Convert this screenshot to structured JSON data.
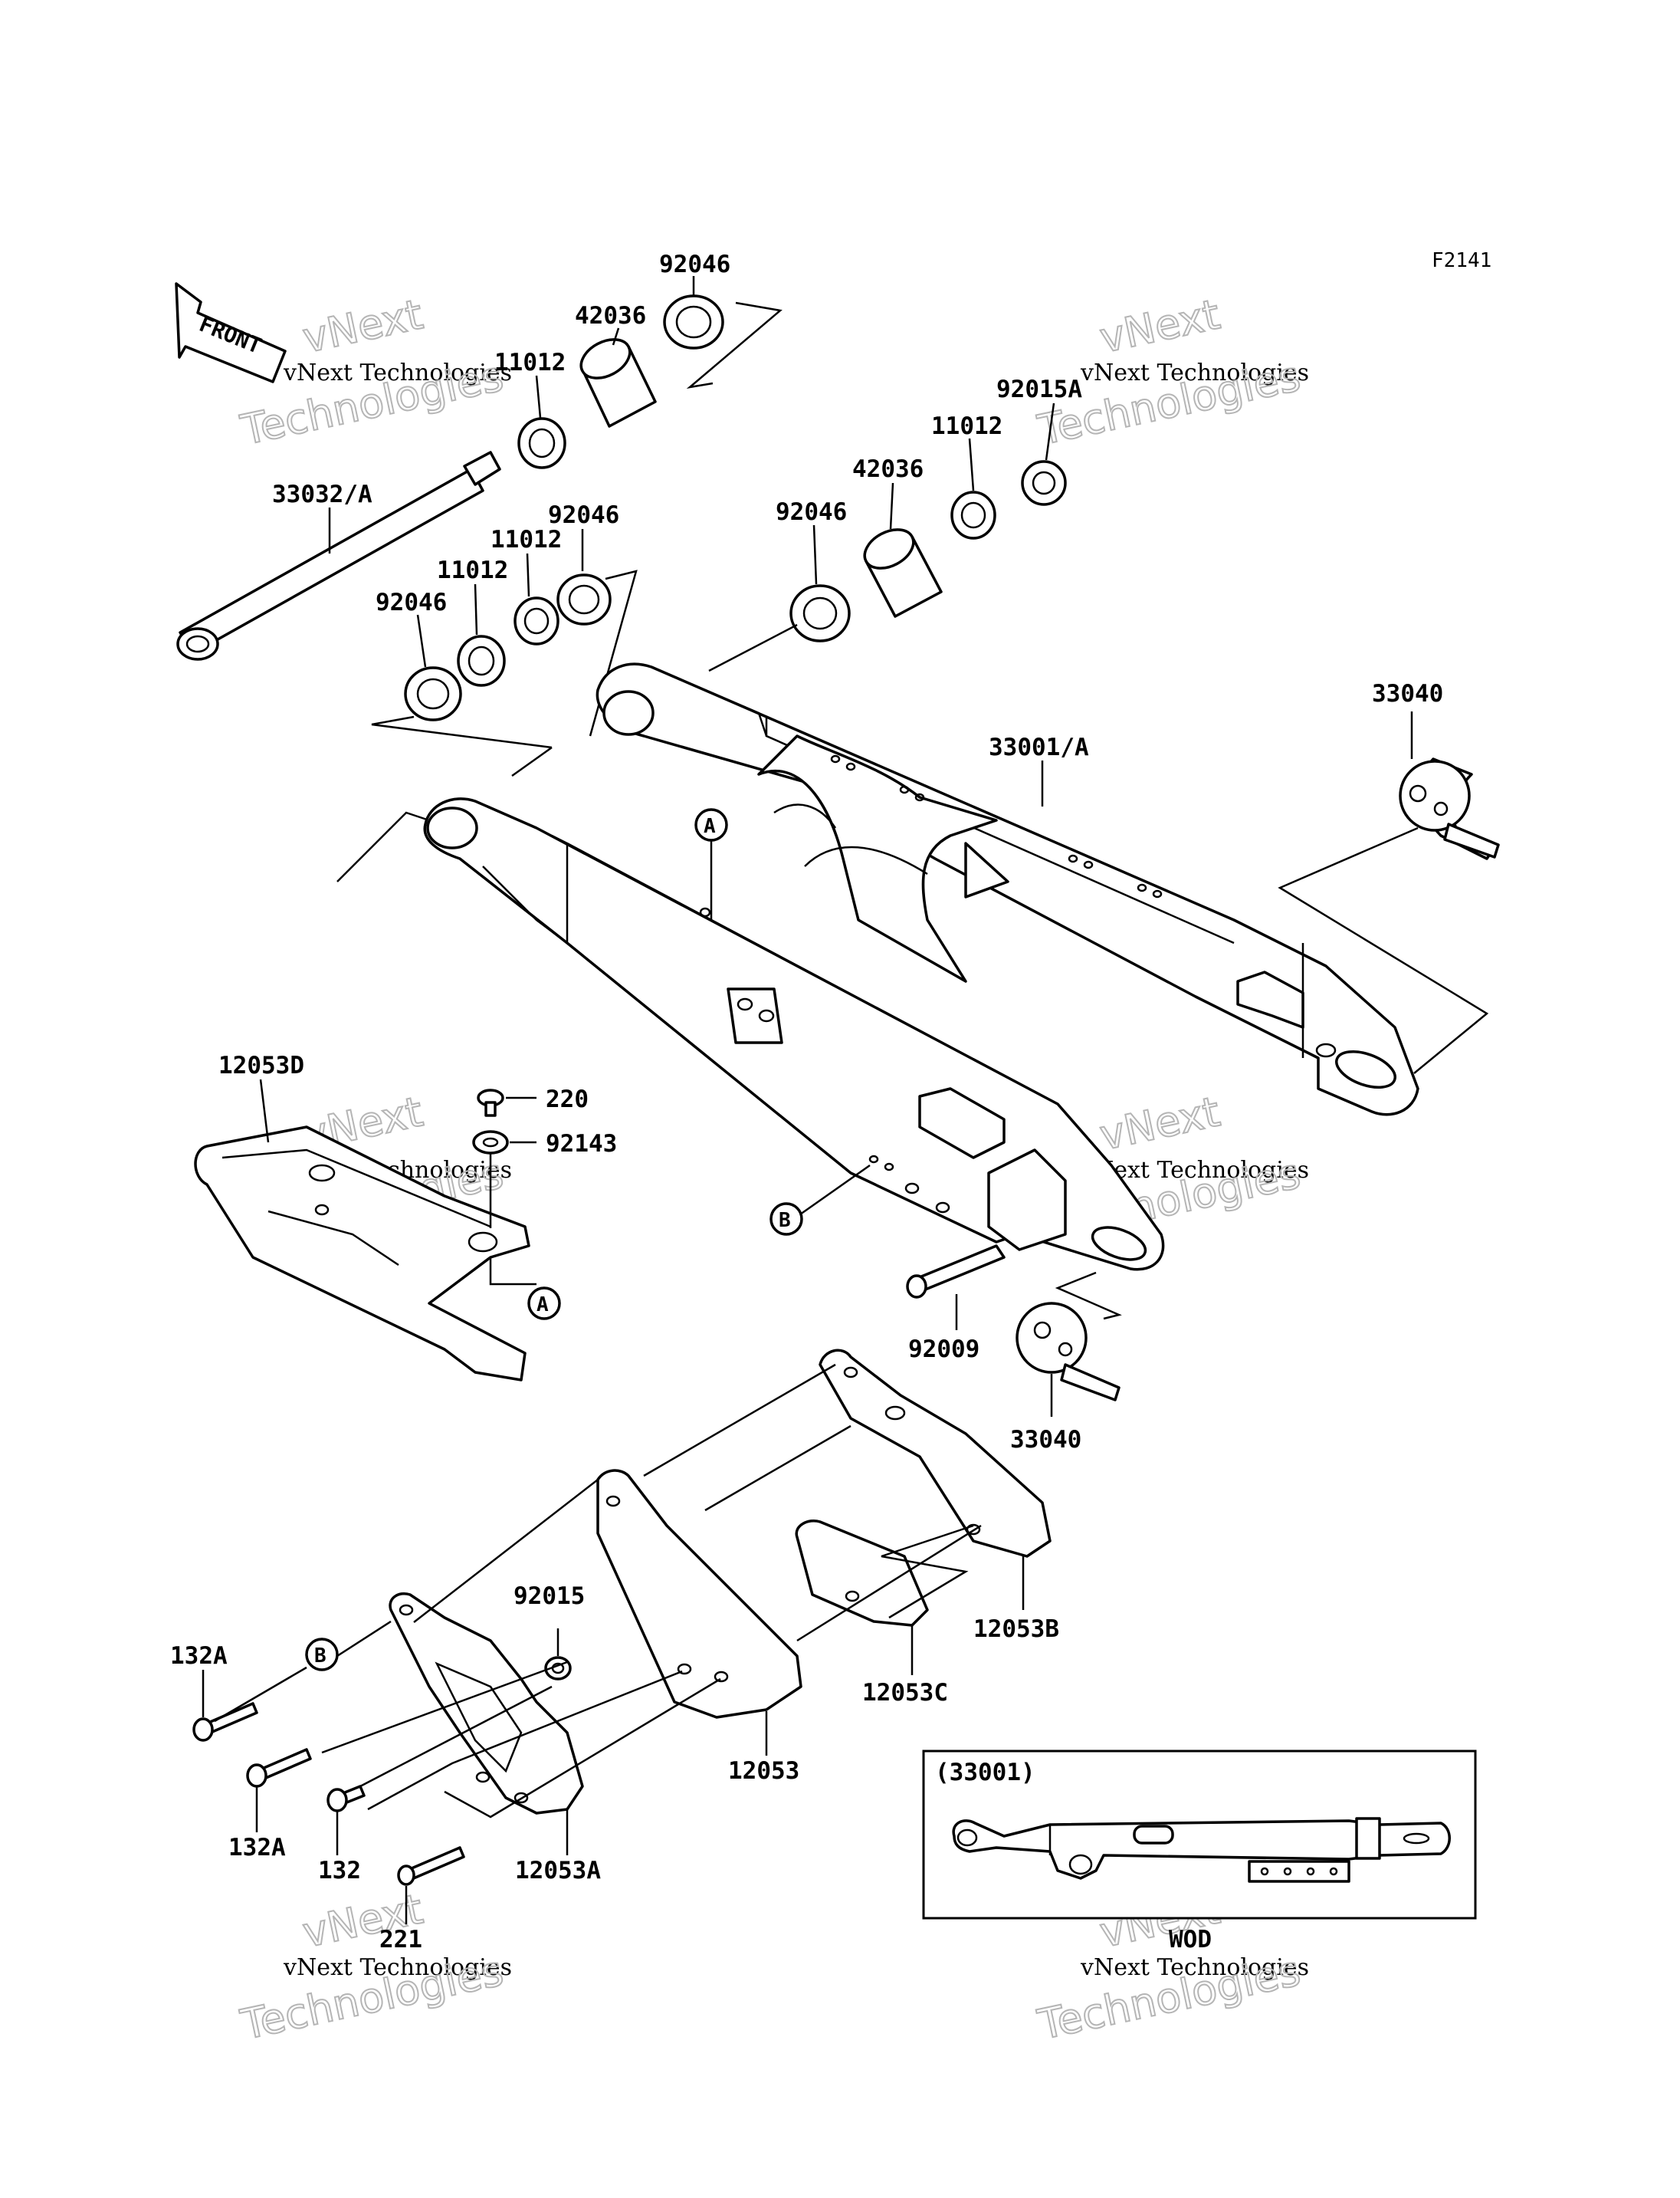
{
  "diagram_code": "F2141",
  "front_label": "FRONT",
  "callouts": [
    {
      "id": "A",
      "label": "A"
    },
    {
      "id": "B",
      "label": "B"
    },
    {
      "id": "A2",
      "label": "A"
    },
    {
      "id": "B2",
      "label": "B"
    }
  ],
  "parts": [
    {
      "key": "p92046a",
      "label": "92046"
    },
    {
      "key": "p42036a",
      "label": "42036"
    },
    {
      "key": "p11012a",
      "label": "11012"
    },
    {
      "key": "p33032",
      "label": "33032/A"
    },
    {
      "key": "p92046b",
      "label": "92046"
    },
    {
      "key": "p11012b",
      "label": "11012"
    },
    {
      "key": "p11012c",
      "label": "11012"
    },
    {
      "key": "p92046c",
      "label": "92046"
    },
    {
      "key": "p92015A",
      "label": "92015A"
    },
    {
      "key": "p11012d",
      "label": "11012"
    },
    {
      "key": "p42036b",
      "label": "42036"
    },
    {
      "key": "p92046d",
      "label": "92046"
    },
    {
      "key": "p33001A",
      "label": "33001/A"
    },
    {
      "key": "p33040a",
      "label": "33040"
    },
    {
      "key": "p12053D",
      "label": "12053D"
    },
    {
      "key": "p220",
      "label": "220"
    },
    {
      "key": "p92143",
      "label": "92143"
    },
    {
      "key": "p92009",
      "label": "92009"
    },
    {
      "key": "p33040b",
      "label": "33040"
    },
    {
      "key": "p92015",
      "label": "92015"
    },
    {
      "key": "p12053B",
      "label": "12053B"
    },
    {
      "key": "p12053C",
      "label": "12053C"
    },
    {
      "key": "p132Aa",
      "label": "132A"
    },
    {
      "key": "p132Ab",
      "label": "132A"
    },
    {
      "key": "p132",
      "label": "132"
    },
    {
      "key": "p221",
      "label": "221"
    },
    {
      "key": "p12053",
      "label": "12053"
    },
    {
      "key": "p12053A",
      "label": "12053A"
    }
  ],
  "inset": {
    "title": "(33001)",
    "caption": "WOD"
  },
  "watermark": {
    "line1": "vNext Technologies",
    "line2": "Technologies",
    "line3": "vNext"
  }
}
